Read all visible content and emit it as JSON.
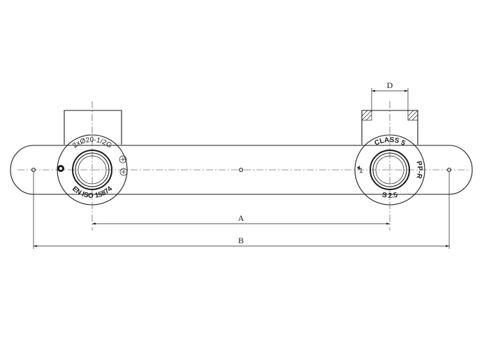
{
  "dimensions": {
    "a": "A",
    "b": "B",
    "d": "D"
  },
  "left_fitting": {
    "marking_top": "2xØ20-1/2G",
    "marking_bottom": "EN ISO 15874"
  },
  "right_fitting": {
    "marking_top": "CLASS 5",
    "marking_right": "PP-R",
    "marking_bottom": "S 2.5",
    "arrow_label": "1"
  }
}
